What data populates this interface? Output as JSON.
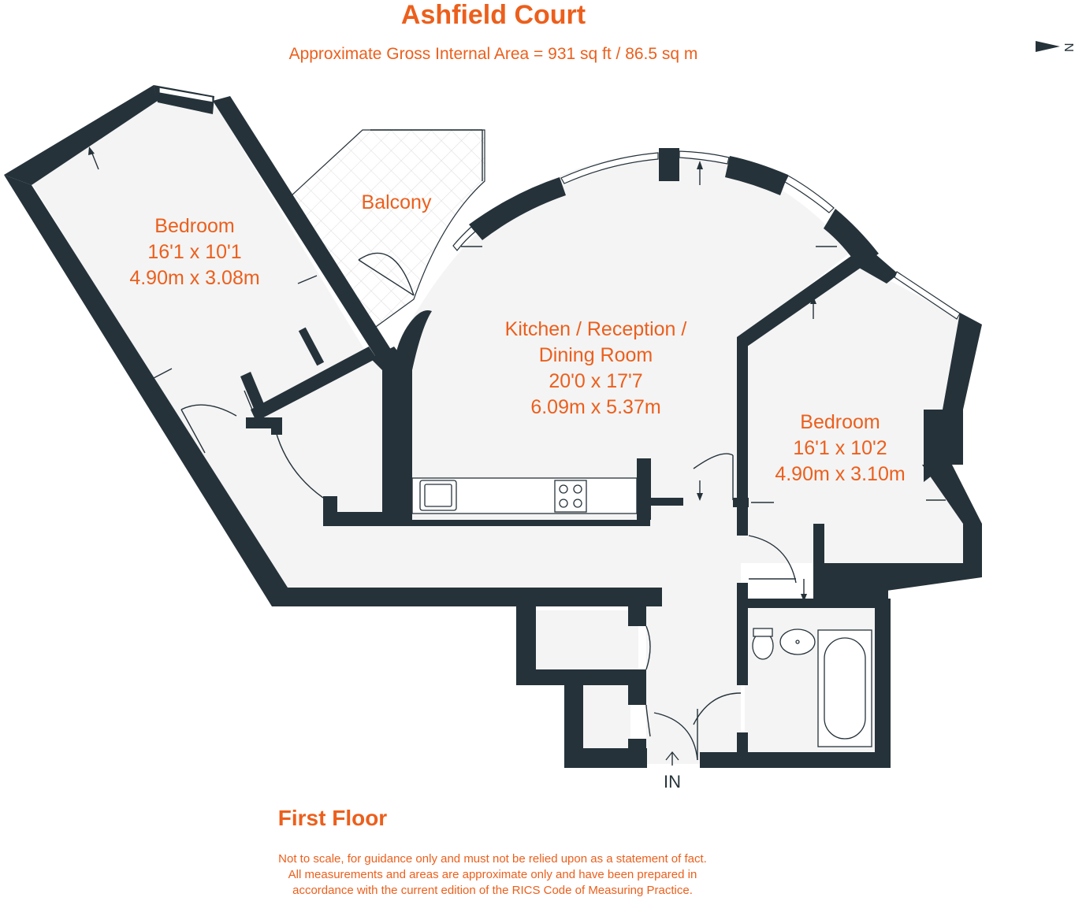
{
  "title": "Ashfield Court",
  "area": "Approximate Gross Internal Area = 931 sq ft / 86.5 sq m",
  "compass": {
    "label": "N",
    "icon": "north-arrow-icon"
  },
  "rooms": {
    "bedroom1": {
      "name": "Bedroom",
      "imperial": "16'1 x 10'1",
      "metric": "4.90m x 3.08m"
    },
    "balcony": {
      "name": "Balcony"
    },
    "kitchen": {
      "name_line1": "Kitchen / Reception /",
      "name_line2": "Dining Room",
      "imperial": "20'0 x 17'7",
      "metric": "6.09m x 5.37m"
    },
    "bedroom2": {
      "name": "Bedroom",
      "imperial": "16'1 x 10'2",
      "metric": "4.90m x 3.10m"
    }
  },
  "entrance": "IN",
  "floor_name": "First Floor",
  "disclaimer": [
    "Not to scale, for guidance only and must not be relied upon as a statement of fact.",
    "All measurements and areas are approximate only and have been prepared in",
    "accordance with the current edition of the RICS Code of Measuring Practice."
  ],
  "colors": {
    "accent": "#ec5f1c",
    "wall": "#25323a"
  }
}
